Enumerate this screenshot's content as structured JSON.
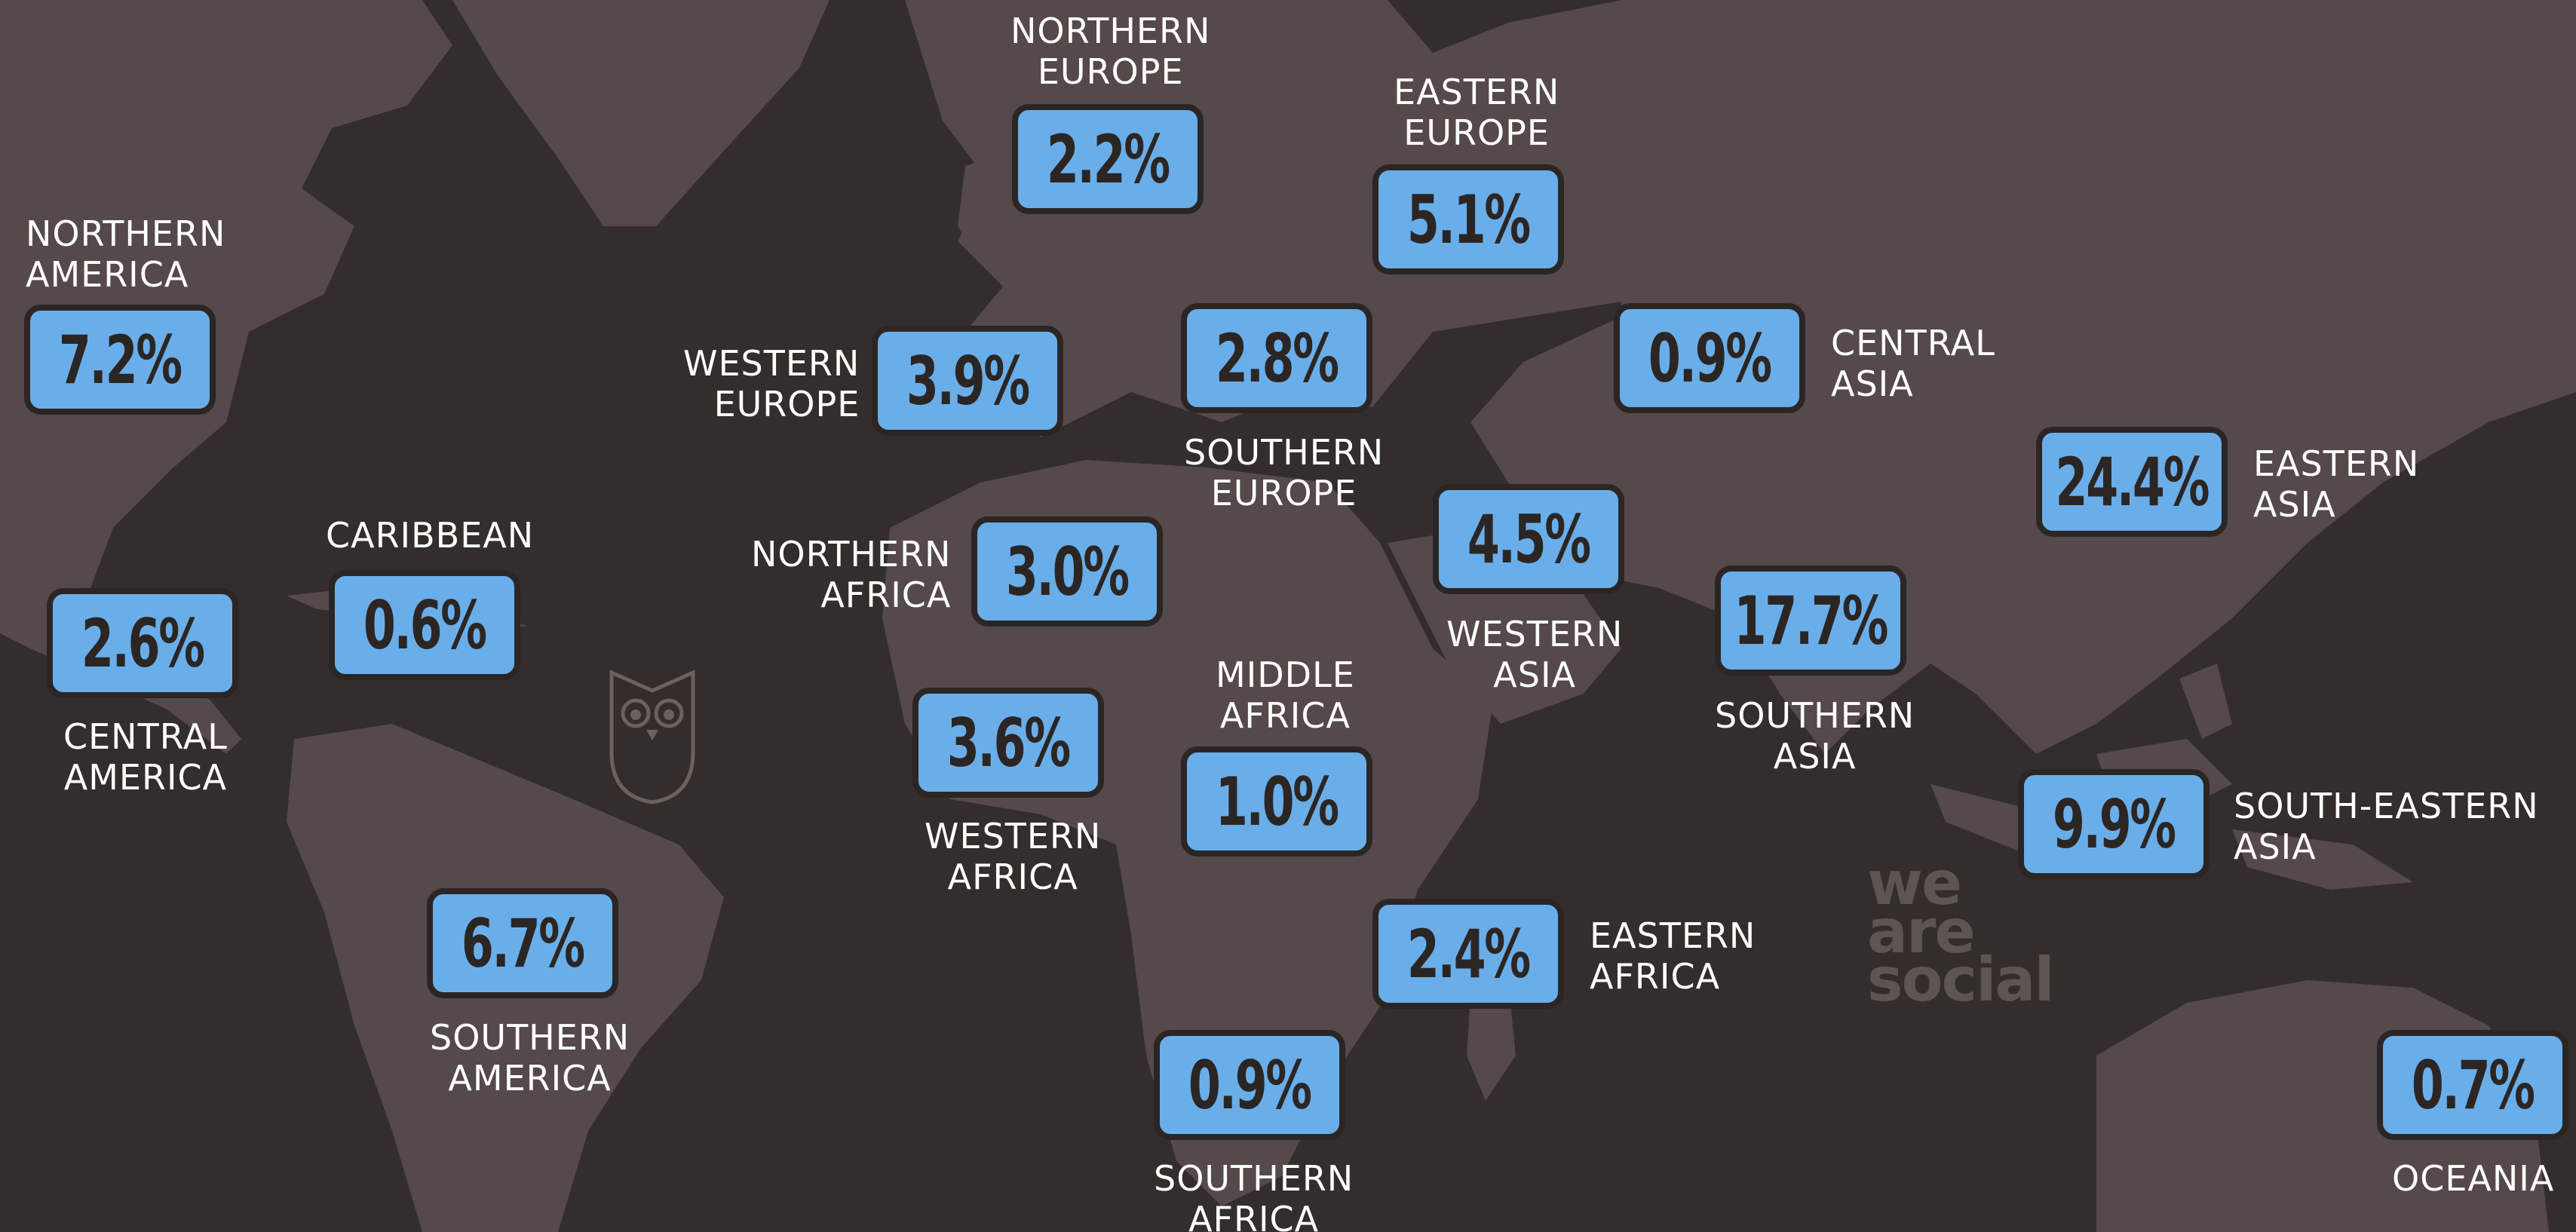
{
  "map_title": "",
  "brand": {
    "logo_text": "we are social",
    "line1": "we",
    "line2": "are",
    "line3": "social"
  },
  "colors": {
    "ocean": "#332d2b",
    "land": "#55494a",
    "box_fill": "#6aaee9",
    "box_border": "#2b2624",
    "label": "#ffffff"
  },
  "regions": [
    {
      "id": "northern-america",
      "label": "NORTHERN\nAMERICA",
      "value": "7.2%"
    },
    {
      "id": "central-america",
      "label": "CENTRAL\nAMERICA",
      "value": "2.6%"
    },
    {
      "id": "caribbean",
      "label": "CARIBBEAN",
      "value": "0.6%"
    },
    {
      "id": "southern-america",
      "label": "SOUTHERN\nAMERICA",
      "value": "6.7%"
    },
    {
      "id": "northern-europe",
      "label": "NORTHERN\nEUROPE",
      "value": "2.2%"
    },
    {
      "id": "western-europe",
      "label": "WESTERN\nEUROPE",
      "value": "3.9%"
    },
    {
      "id": "southern-europe",
      "label": "SOUTHERN\nEUROPE",
      "value": "2.8%"
    },
    {
      "id": "eastern-europe",
      "label": "EASTERN\nEUROPE",
      "value": "5.1%"
    },
    {
      "id": "northern-africa",
      "label": "NORTHERN\nAFRICA",
      "value": "3.0%"
    },
    {
      "id": "western-africa",
      "label": "WESTERN\nAFRICA",
      "value": "3.6%"
    },
    {
      "id": "middle-africa",
      "label": "MIDDLE\nAFRICA",
      "value": "1.0%"
    },
    {
      "id": "eastern-africa",
      "label": "EASTERN\nAFRICA",
      "value": "2.4%"
    },
    {
      "id": "southern-africa",
      "label": "SOUTHERN\nAFRICA",
      "value": "0.9%"
    },
    {
      "id": "central-asia",
      "label": "CENTRAL\nASIA",
      "value": "0.9%"
    },
    {
      "id": "western-asia",
      "label": "WESTERN\nASIA",
      "value": "4.5%"
    },
    {
      "id": "southern-asia",
      "label": "SOUTHERN\nASIA",
      "value": "17.7%"
    },
    {
      "id": "eastern-asia",
      "label": "EASTERN\nASIA",
      "value": "24.4%"
    },
    {
      "id": "south-eastern-asia",
      "label": "SOUTH-EASTERN\nASIA",
      "value": "9.9%"
    },
    {
      "id": "oceania",
      "label": "OCEANIA",
      "value": "0.7%"
    }
  ]
}
